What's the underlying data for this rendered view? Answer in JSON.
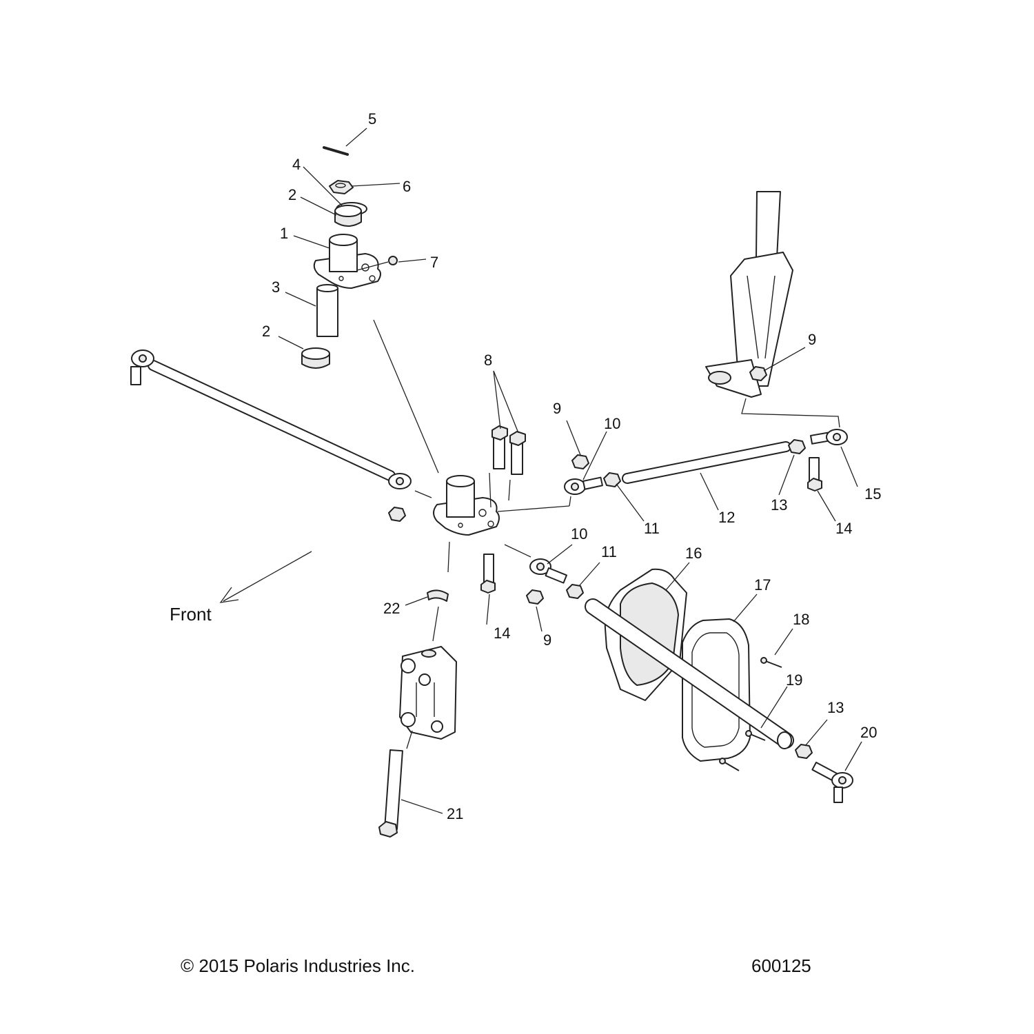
{
  "diagram": {
    "front_label": "Front",
    "callouts": {
      "c1": "1",
      "c2a": "2",
      "c2b": "2",
      "c3": "3",
      "c4": "4",
      "c5": "5",
      "c6": "6",
      "c7": "7",
      "c8": "8",
      "c9a": "9",
      "c9b": "9",
      "c9c": "9",
      "c10a": "10",
      "c10b": "10",
      "c11a": "11",
      "c11b": "11",
      "c12": "12",
      "c13a": "13",
      "c13b": "13",
      "c14a": "14",
      "c14b": "14",
      "c15": "15",
      "c16": "16",
      "c17": "17",
      "c18": "18",
      "c19": "19",
      "c20": "20",
      "c21": "21",
      "c22": "22"
    }
  },
  "footer": {
    "copyright": "© 2015 Polaris Industries Inc.",
    "drawing_number": "600125"
  }
}
